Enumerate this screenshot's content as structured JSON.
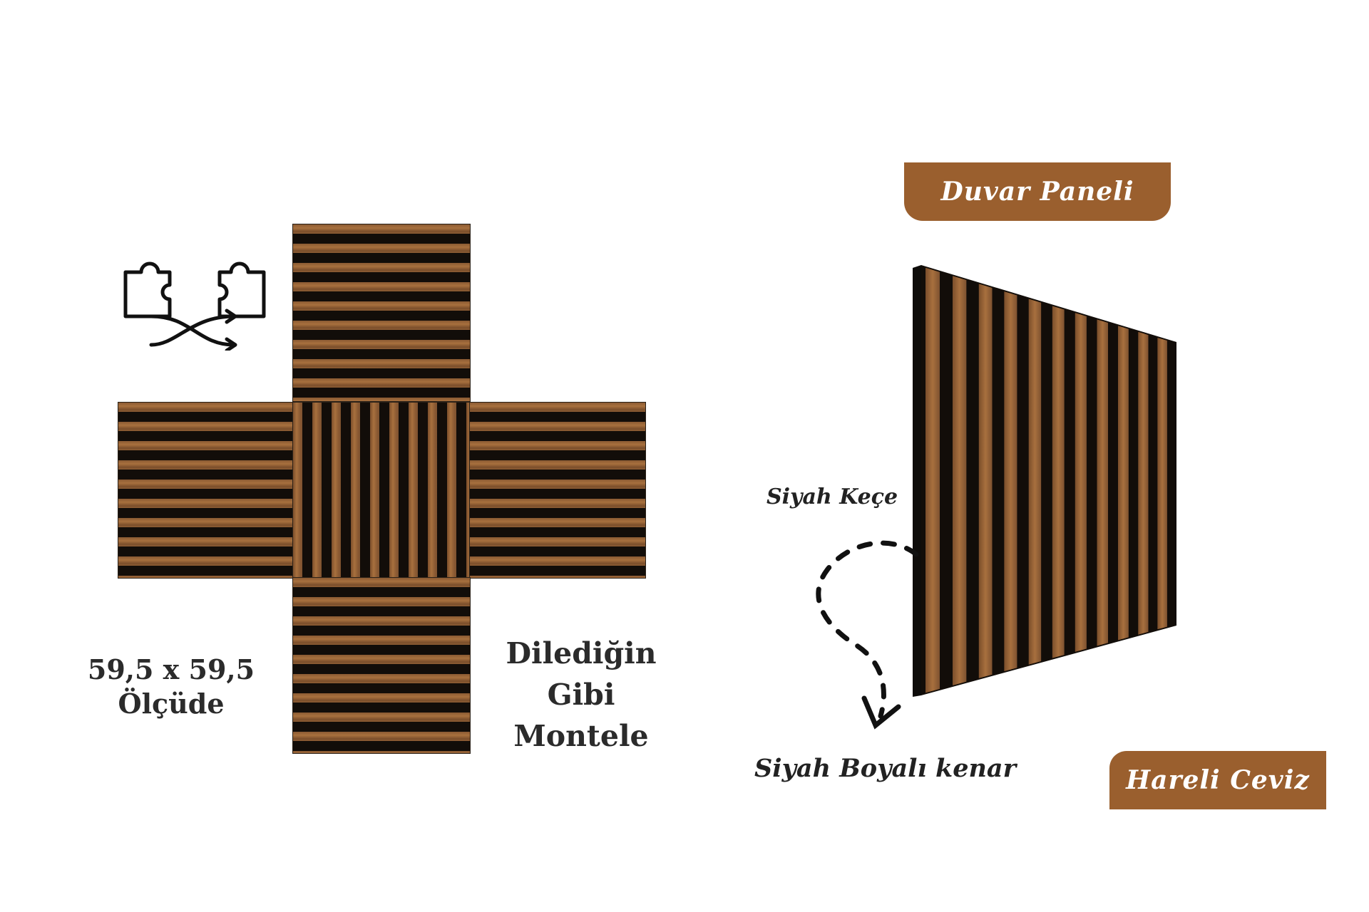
{
  "left": {
    "size_line1": "59,5 x 59,5",
    "size_line2": "Ölçüde",
    "mount_line1": "Dilediğin",
    "mount_line2": "Gibi",
    "mount_line3": "Montele"
  },
  "right": {
    "badge_top": "Duvar Paneli",
    "felt_label": "Siyah Keçe",
    "edge_label": "Siyah Boyalı kenar",
    "badge_bottom": "Hareli Ceviz"
  },
  "colors": {
    "brand_brown": "#9a5f2e",
    "slat_wood": "#a8703e",
    "slat_gap": "#120d09"
  },
  "icons": {
    "puzzle": "puzzle-swap-icon",
    "arrow": "dashed-curved-arrow-icon"
  }
}
